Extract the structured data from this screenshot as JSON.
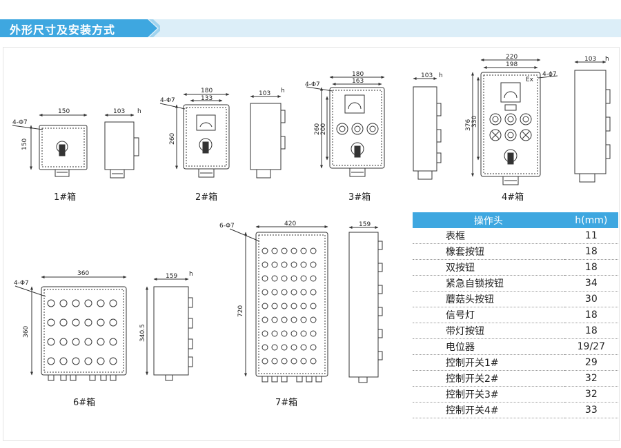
{
  "section": {
    "title": "外形尺寸及安装方式"
  },
  "boxes": [
    {
      "label": "1#箱",
      "width": "150",
      "height": "150",
      "side_depth": "103",
      "side_h": "h",
      "holes": "4-Φ7"
    },
    {
      "label": "2#箱",
      "width_outer": "180",
      "width_inner": "133",
      "height": "260",
      "side_depth": "103",
      "side_h": "h",
      "holes": "4-Φ7"
    },
    {
      "label": "3#箱",
      "width_outer": "180",
      "width_inner": "163",
      "height_outer": "260",
      "height_inner": "200",
      "side_depth": "103",
      "side_h": "h",
      "holes": "4-Φ7"
    },
    {
      "label": "4#箱",
      "width_outer": "220",
      "width_inner": "198",
      "height_outer": "376",
      "height_inner": "330",
      "side_depth": "103",
      "side_h": "h",
      "holes": "4-ϕ7",
      "ex_mark": "Ex"
    },
    {
      "label": "6#箱",
      "width": "360",
      "height": "360",
      "side_depth": "159",
      "side_height": "340.5",
      "side_h": "h",
      "holes": "4-Φ7"
    },
    {
      "label": "7#箱",
      "width": "420",
      "height": "720",
      "side_depth": "159",
      "holes": "6-Φ7"
    }
  ],
  "table": {
    "headers": [
      "操作头",
      "h(mm)"
    ],
    "rows": [
      [
        "表框",
        "11"
      ],
      [
        "橡套按钮",
        "18"
      ],
      [
        "双按钮",
        "18"
      ],
      [
        "紧急自锁按钮",
        "34"
      ],
      [
        "蘑菇头按钮",
        "30"
      ],
      [
        "信号灯",
        "18"
      ],
      [
        "带灯按钮",
        "18"
      ],
      [
        "电位器",
        "19/27"
      ],
      [
        "控制开关1#",
        "29"
      ],
      [
        "控制开关2#",
        "32"
      ],
      [
        "控制开关3#",
        "32"
      ],
      [
        "控制开关4#",
        "33"
      ]
    ]
  },
  "colors": {
    "header_blue": "#3ea7e0",
    "header_light": "#dceef8",
    "line": "#333333"
  }
}
